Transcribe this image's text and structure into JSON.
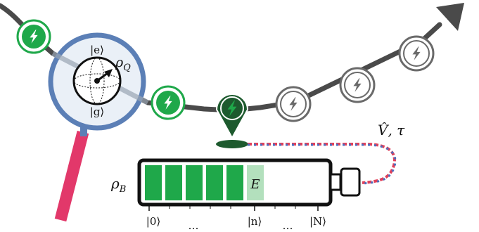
{
  "labels": {
    "rho_q": "ρ",
    "rho_q_sub": "Q",
    "rho_b": "ρ",
    "rho_b_sub": "B",
    "ket_e": "|e⟩",
    "ket_g": "|g⟩",
    "operator": "V̂, τ",
    "energy_cell": "E",
    "ticks": {
      "ket_0": "|0⟩",
      "dots_1": "…",
      "ket_n": "|n⟩",
      "dots_2": "…",
      "ket_N": "|N⟩"
    }
  },
  "colors": {
    "path": "#4a4a4a",
    "charged_green": "#1fa84a",
    "active_dark_green": "#1d5a2e",
    "uncharged_gray": "#6a6a6a",
    "lens_ring": "#5b7fb6",
    "lens_fill": "#eaf0f7",
    "handle": "#e2386a",
    "battery_cell": "#1fa84a",
    "battery_cell_light": "#b3e0bd",
    "cable_red": "#e0405a",
    "cable_blue": "#4a6fc0"
  },
  "icons": {
    "charged_nodes": [
      "lightning-icon",
      "lightning-icon"
    ],
    "active_node": "lightning-icon",
    "uncharged_nodes": [
      "lightning-icon",
      "lightning-icon",
      "lightning-icon",
      "lightning-icon"
    ],
    "direction": "arrow-icon"
  },
  "battery": {
    "filled_cells": 5,
    "partial_cells": 1
  }
}
